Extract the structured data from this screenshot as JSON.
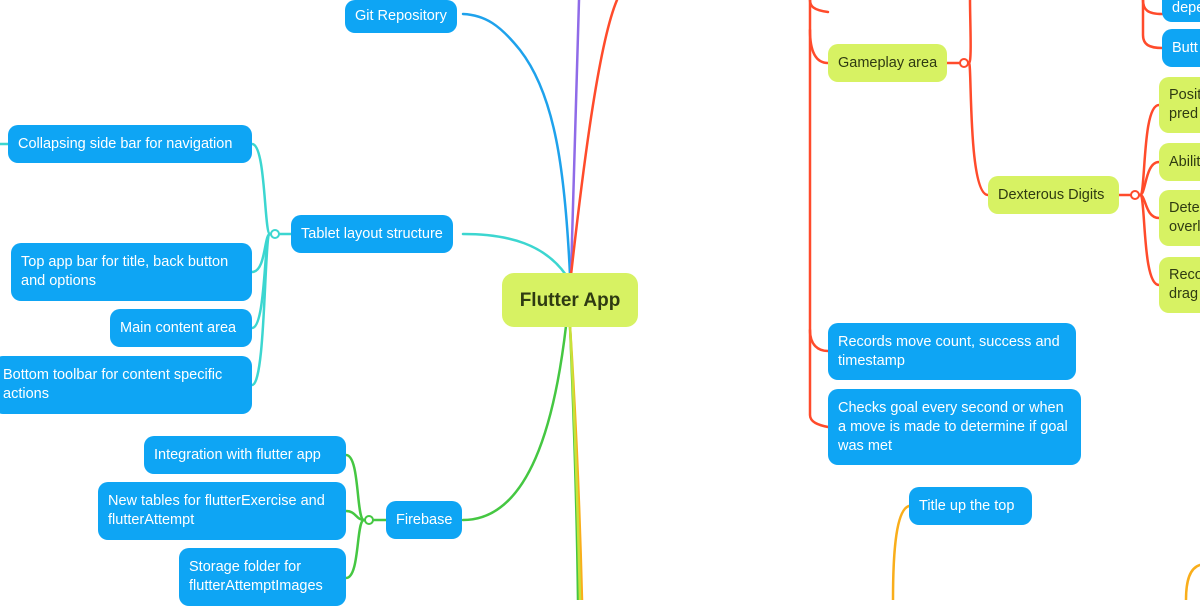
{
  "colors": {
    "blue_node": "#0ea5f4",
    "green_node": "#d7f263",
    "git_line": "#1ea2ec",
    "tablet_line": "#3cd6d0",
    "firebase_line": "#45c742",
    "red_line": "#ff4b2b",
    "orange_line": "#f9ae1b",
    "purple_line": "#8f6be8"
  },
  "root": {
    "label": "Flutter App"
  },
  "left": {
    "git": "Git Repository",
    "tablet": {
      "label": "Tablet layout structure",
      "children": [
        "Collapsing side bar for navigation",
        "Top app bar for title, back button and options",
        "Main content area",
        "Bottom toolbar for content specific actions"
      ]
    },
    "firebase": {
      "label": "Firebase",
      "children": [
        "Integration with flutter app",
        "New tables for flutterExercise and flutterAttempt",
        "Storage folder for flutterAttemptImages"
      ]
    }
  },
  "right": {
    "gameplay": "Gameplay area",
    "dexterous": "Dexterous Digits",
    "top_right_partial": [
      "depe",
      "Butt"
    ],
    "dexterous_children_partial": [
      "Posit pred",
      "Abilit",
      "Dete overl",
      "Reco drag"
    ],
    "records": "Records move count, success and timestamp",
    "checks": "Checks goal every second or when a move is made to determine if goal was met",
    "title": "Title up the top"
  }
}
